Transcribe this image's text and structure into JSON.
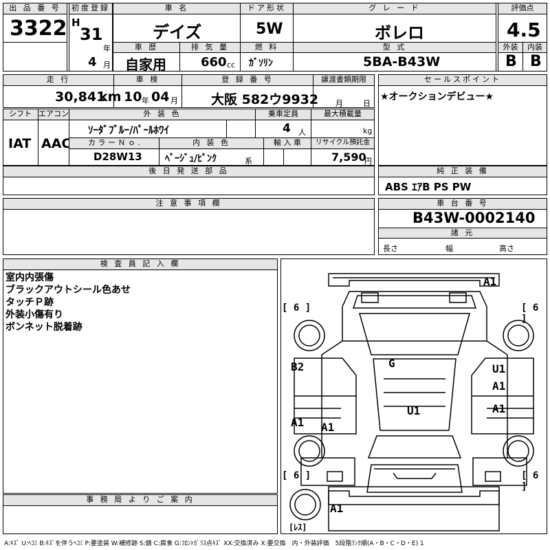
{
  "header": {
    "lot_no_label": "出 品 番 号",
    "lot_no": "3322",
    "first_reg_label": "初度登録",
    "era": "H",
    "year": "31",
    "year_unit": "年",
    "month": "4",
    "month_unit": "月",
    "car_name_label": "車 名",
    "car_name": "デイズ",
    "door_label": "ドア形状",
    "door": "5W",
    "grade_label": "グ レ ー ド",
    "grade": "ボレロ",
    "score_label": "評価点",
    "score": "4.5",
    "history_label": "車 歴",
    "history": "自家用",
    "displacement_label": "排 気 量",
    "displacement": "660",
    "displacement_unit": "cc",
    "fuel_label": "燃 料",
    "fuel": "ｶﾞｿﾘﾝ",
    "model_label": "型 式",
    "model": "5BA-B43W",
    "exterior_label": "外装",
    "exterior": "B",
    "interior_label": "内装",
    "interior": "B"
  },
  "row2": {
    "mileage_label": "走 行",
    "mileage": "30,841",
    "mileage_unit": "km",
    "inspection_label": "車 検",
    "insp_year": "10",
    "insp_year_unit": "年",
    "insp_month": "04",
    "insp_month_unit": "月",
    "reg_no_label": "登 録 番 号",
    "reg_no": "大阪 582ウ9932",
    "transfer_label": "譲渡書類期限",
    "transfer_month_unit": "月",
    "transfer_day_unit": "日",
    "sales_point_label": "セールスポイント",
    "sales_point": "★オークションデビュー★"
  },
  "row3": {
    "shift_label": "シフト",
    "shift": "IAT",
    "ac_label": "エアコン",
    "ac": "AAC",
    "ext_color_label": "外 装 色",
    "ext_color": "ｿｰﾀﾞﾌﾞﾙｰ/ﾊﾟｰﾙﾎﾜｲ",
    "capacity_label": "乗車定員",
    "capacity": "4",
    "capacity_unit": "人",
    "max_load_label": "最大積載量",
    "max_load_unit": "kg",
    "color_no_label": "カ ラ ー Ｎ ｏ .",
    "color_no": "D28W13",
    "int_color_label": "内 装 色",
    "int_color": "ﾍﾞｰｼﾞｭ/ﾋﾟﾝｸ",
    "int_color_suffix": "系",
    "import_label": "輸 入 車",
    "recycle_label": "リサイクル預託金",
    "recycle": "7,590",
    "recycle_unit": "円"
  },
  "later_parts_label": "後 日 発 送 部 品",
  "genuine_label": "純 正 装 備",
  "genuine": "ABS ｴｱB PS PW",
  "notes_label": "注 意 事 項 欄",
  "chassis_label": "車 台 番 号",
  "chassis": "B43W-0002140",
  "dims_label": "諸 元",
  "length_label": "長さ",
  "width_label": "幅",
  "height_label": "高さ",
  "inspector_label": "検 査 員 記 入 欄",
  "inspector_notes": [
    "室内内張傷",
    "ブラックアウトシール色あせ",
    "タッチＰ跡",
    "外装小傷有り",
    "ボンネット脱着跡"
  ],
  "office_label": "事 務 局 よ り ご 案 内",
  "diagram": {
    "marks": [
      "A1",
      "B2",
      "U1",
      "A1",
      "G",
      "U1",
      "A1",
      "A1",
      "A1",
      "A1"
    ],
    "tire_fl": "[ 6 ]",
    "tire_fr": "[ 6 ]",
    "tire_rl": "[ 6 ]",
    "tire_rr": "[ 6 ]",
    "spare": "[ﾚｽ]"
  },
  "legend": "A:ｷｽﾞ U:ﾍｺﾐ B:ｷｽﾞを伴うﾍｺﾐ P:要塗装 W:補修跡 S:錆 C:腐食 G:ﾌﾛﾝﾄｶﾞﾗｽ点ｷｽﾞ XX:交換済み X:要交換　内・外装評価　5段階ﾗﾝｸ順(A・B・C・D・E) 1"
}
